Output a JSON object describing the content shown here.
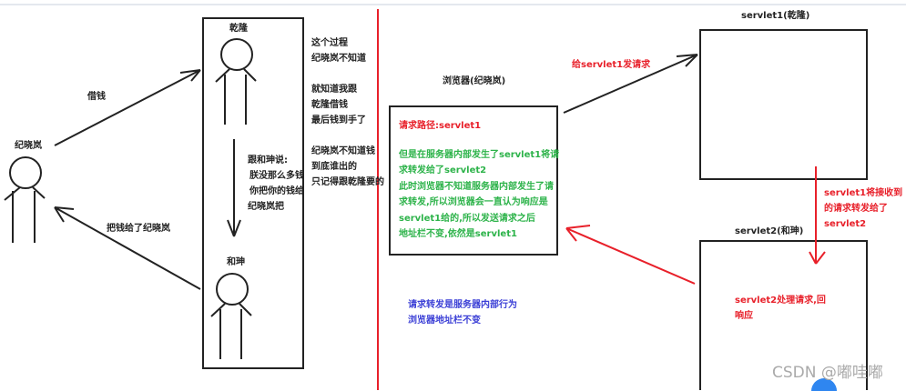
{
  "left": {
    "person_ji": "纪晓岚",
    "person_qianlong": "乾隆",
    "person_heshen": "和珅",
    "borrow_label": "借钱",
    "give_label": "把钱给了纪晓岚",
    "heshen_talk": [
      "跟和珅说:",
      "朕没那么多钱",
      "你把你的钱给",
      "纪晓岚把"
    ],
    "notes": [
      "这个过程",
      "纪晓岚不知道",
      "就知道我跟",
      "乾隆借钱",
      "最后钱到手了",
      "纪晓岚不知道钱",
      "到底谁出的",
      "只记得跟乾隆要的"
    ]
  },
  "right": {
    "browser_label": "浏览器(纪晓岚)",
    "request_path": "请求路径:servlet1",
    "browser_notes": [
      "但是在服务器内部发生了servlet1将请",
      "求转发给了servlet2",
      "此时浏览器不知道服务器内部发生了请",
      "求转发,所以浏览器会一直认为响应是",
      "servlet1给的,所以发送请求之后",
      "地址栏不变,依然是servlet1"
    ],
    "summary": [
      "请求转发是服务器内部行为",
      "浏览器地址栏不变"
    ],
    "servlet1_label": "servlet1(乾隆)",
    "servlet2_label": "servlet2(和珅)",
    "send_request_label": "给servlet1发请求",
    "forward_label": [
      "servlet1将接收到",
      "的请求转发给了",
      "servlet2"
    ],
    "servlet2_process": [
      "servlet2处理请求,回",
      "响应"
    ]
  },
  "watermark": "CSDN @嘟哇嘟",
  "colors": {
    "red": "#e8202a",
    "green": "#2db34a",
    "blue": "#3b3fd6",
    "black": "#222222"
  }
}
